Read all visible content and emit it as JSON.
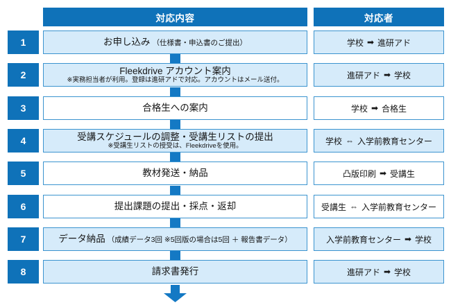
{
  "header": {
    "main_label": "対応内容",
    "actor_label": "対応者",
    "bar_color": "#0f72b9"
  },
  "colors": {
    "accent": "#0f72b9",
    "box_border": "#3a93cf",
    "box_fill": "#d6ebfa",
    "connector": "#1479c4",
    "white": "#ffffff"
  },
  "icons": {
    "arrow_right": "➡",
    "arrow_both": "⇔"
  },
  "rows": [
    {
      "number": "1",
      "title": "お申し込み",
      "title_sub": "（仕様書・申込書のご提出）",
      "note": "",
      "filled": true,
      "actor_from": "学校",
      "actor_arrow": "➡",
      "actor_to": "進研アド"
    },
    {
      "number": "2",
      "title": "Fleekdrive アカウント案内",
      "title_sub": "",
      "note": "※実務担当者が利用。登録は進研アドで対応。アカウントはメール送付。",
      "filled": true,
      "actor_from": "進研アド",
      "actor_arrow": "➡",
      "actor_to": "学校"
    },
    {
      "number": "3",
      "title": "合格生への案内",
      "title_sub": "",
      "note": "",
      "filled": false,
      "actor_from": "学校",
      "actor_arrow": "➡",
      "actor_to": "合格生"
    },
    {
      "number": "4",
      "title": "受講スケジュールの調整・受講生リストの提出",
      "title_sub": "",
      "note": "※受講生リストの授受は、Fleekdriveを使用。",
      "filled": true,
      "actor_from": "学校",
      "actor_arrow": "⇔",
      "actor_to": "入学前教育センター"
    },
    {
      "number": "5",
      "title": "教材発送・納品",
      "title_sub": "",
      "note": "",
      "filled": false,
      "actor_from": "凸版印刷",
      "actor_arrow": "➡",
      "actor_to": "受講生"
    },
    {
      "number": "6",
      "title": "提出課題の提出・採点・返却",
      "title_sub": "",
      "note": "",
      "filled": false,
      "actor_from": "受講生",
      "actor_arrow": "⇔",
      "actor_to": "入学前教育センター"
    },
    {
      "number": "7",
      "title": "データ納品",
      "title_sub": "（成績データ3回 ※5回版の場合は5回 ＋ 報告書データ）",
      "note": "",
      "filled": true,
      "actor_from": "入学前教育センター",
      "actor_arrow": "➡",
      "actor_to": "学校"
    },
    {
      "number": "8",
      "title": "請求書発行",
      "title_sub": "",
      "note": "",
      "filled": true,
      "actor_from": "進研アド",
      "actor_arrow": "➡",
      "actor_to": "学校"
    }
  ]
}
